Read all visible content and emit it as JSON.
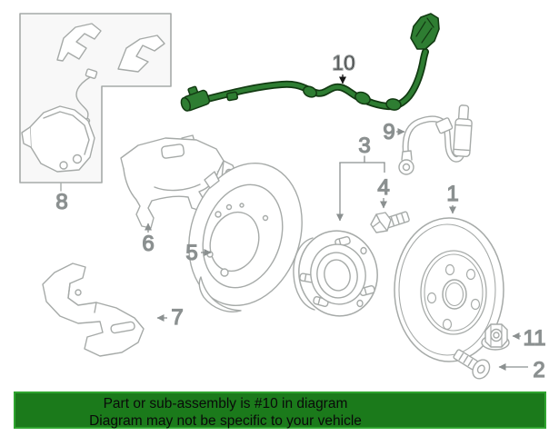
{
  "banner": {
    "line1": "Part or sub-assembly is #10 in diagram",
    "line2": "Diagram may not be specific to your vehicle",
    "background_color": "#1b7a1b",
    "border_color": "#2fa52f",
    "text_color": "#0a0a0a"
  },
  "diagram": {
    "highlighted_callout": "10",
    "highlight_color": "#2e7d32",
    "line_color": "#a6aaa8",
    "label_color": "#8b9090",
    "callouts": [
      {
        "label": "1"
      },
      {
        "label": "2"
      },
      {
        "label": "3"
      },
      {
        "label": "4"
      },
      {
        "label": "5"
      },
      {
        "label": "6"
      },
      {
        "label": "7"
      },
      {
        "label": "8"
      },
      {
        "label": "9"
      },
      {
        "label": "10"
      },
      {
        "label": "11"
      }
    ]
  }
}
